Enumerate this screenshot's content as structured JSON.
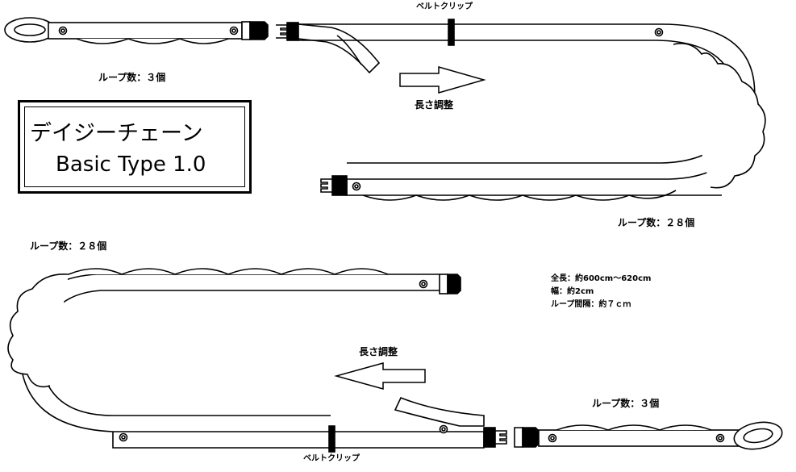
{
  "title": {
    "japanese": "デイジーチェーン",
    "english": "Basic Type 1.0"
  },
  "labels": {
    "belt_clip_top": "ベルトクリップ",
    "belt_clip_bottom": "ベルトクリップ",
    "loops_top_left": "ループ数：３個",
    "loops_top_right": "ループ数：２８個",
    "loops_bottom_left": "ループ数：２８個",
    "loops_bottom_right": "ループ数：３個",
    "adjust_top": "長さ調整",
    "adjust_bottom": "長さ調整"
  },
  "specs": {
    "total_length": "全長：約600cm～620cm",
    "width": "幅：約2cm",
    "loop_interval": "ループ間隔：約７ｃｍ"
  }
}
